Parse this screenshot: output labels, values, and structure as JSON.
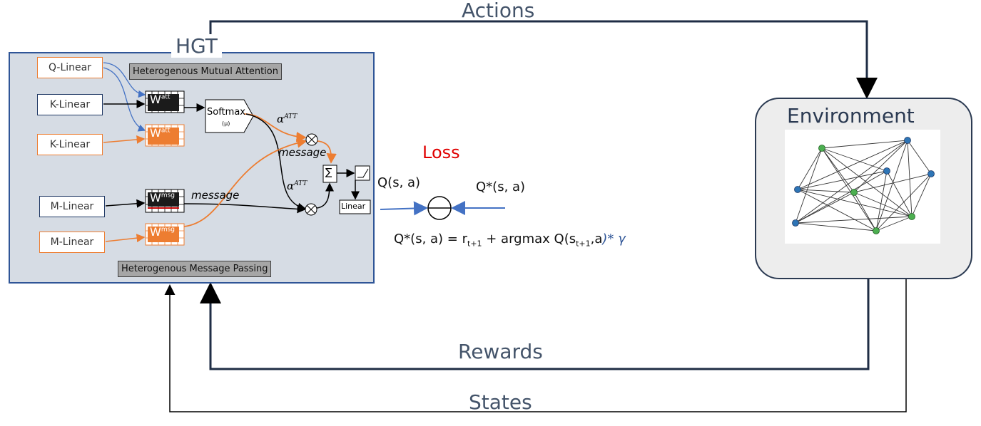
{
  "hgt": {
    "title": "HGT",
    "mutual_attention_label": "Heterogenous Mutual Attention",
    "message_passing_label": "Heterogenous Message Passing",
    "inputs": [
      "Q-Linear",
      "K-Linear",
      "K-Linear",
      "M-Linear",
      "M-Linear"
    ],
    "w_att_base": "W",
    "w_att_sup": "att",
    "w_msg_sup": "msg",
    "softmax_label": "Softmax",
    "softmax_sub": "(μ)",
    "alpha_base": "α",
    "alpha_sup": "ATT",
    "message_label": "message",
    "linear_label": "Linear",
    "sum_symbol": "∑",
    "mult_symbol": "⊗"
  },
  "loss": {
    "label": "Loss",
    "q_label": "Q(s, a)",
    "q_star_label": "Q*(s, a)",
    "eq_prefix": "Q*(s, a) = r",
    "eq_sub1": "t+1",
    "eq_mid": " + argmax Q(s",
    "eq_sub2": "t+1",
    "eq_end": ",a",
    "eq_gamma": ")* γ"
  },
  "environment": {
    "title": "Environment"
  },
  "flows": {
    "actions": "Actions",
    "rewards": "Rewards",
    "states": "States"
  },
  "colors": {
    "panel": "#d6dce4",
    "panel_border": "#2f5597",
    "orange": "#ed7d31",
    "blue_arrow": "#4472c4",
    "dark_line": "#2b3a52",
    "loss_red": "#e00000",
    "node_blue": "#2e75b6",
    "node_green": "#4caf50"
  }
}
